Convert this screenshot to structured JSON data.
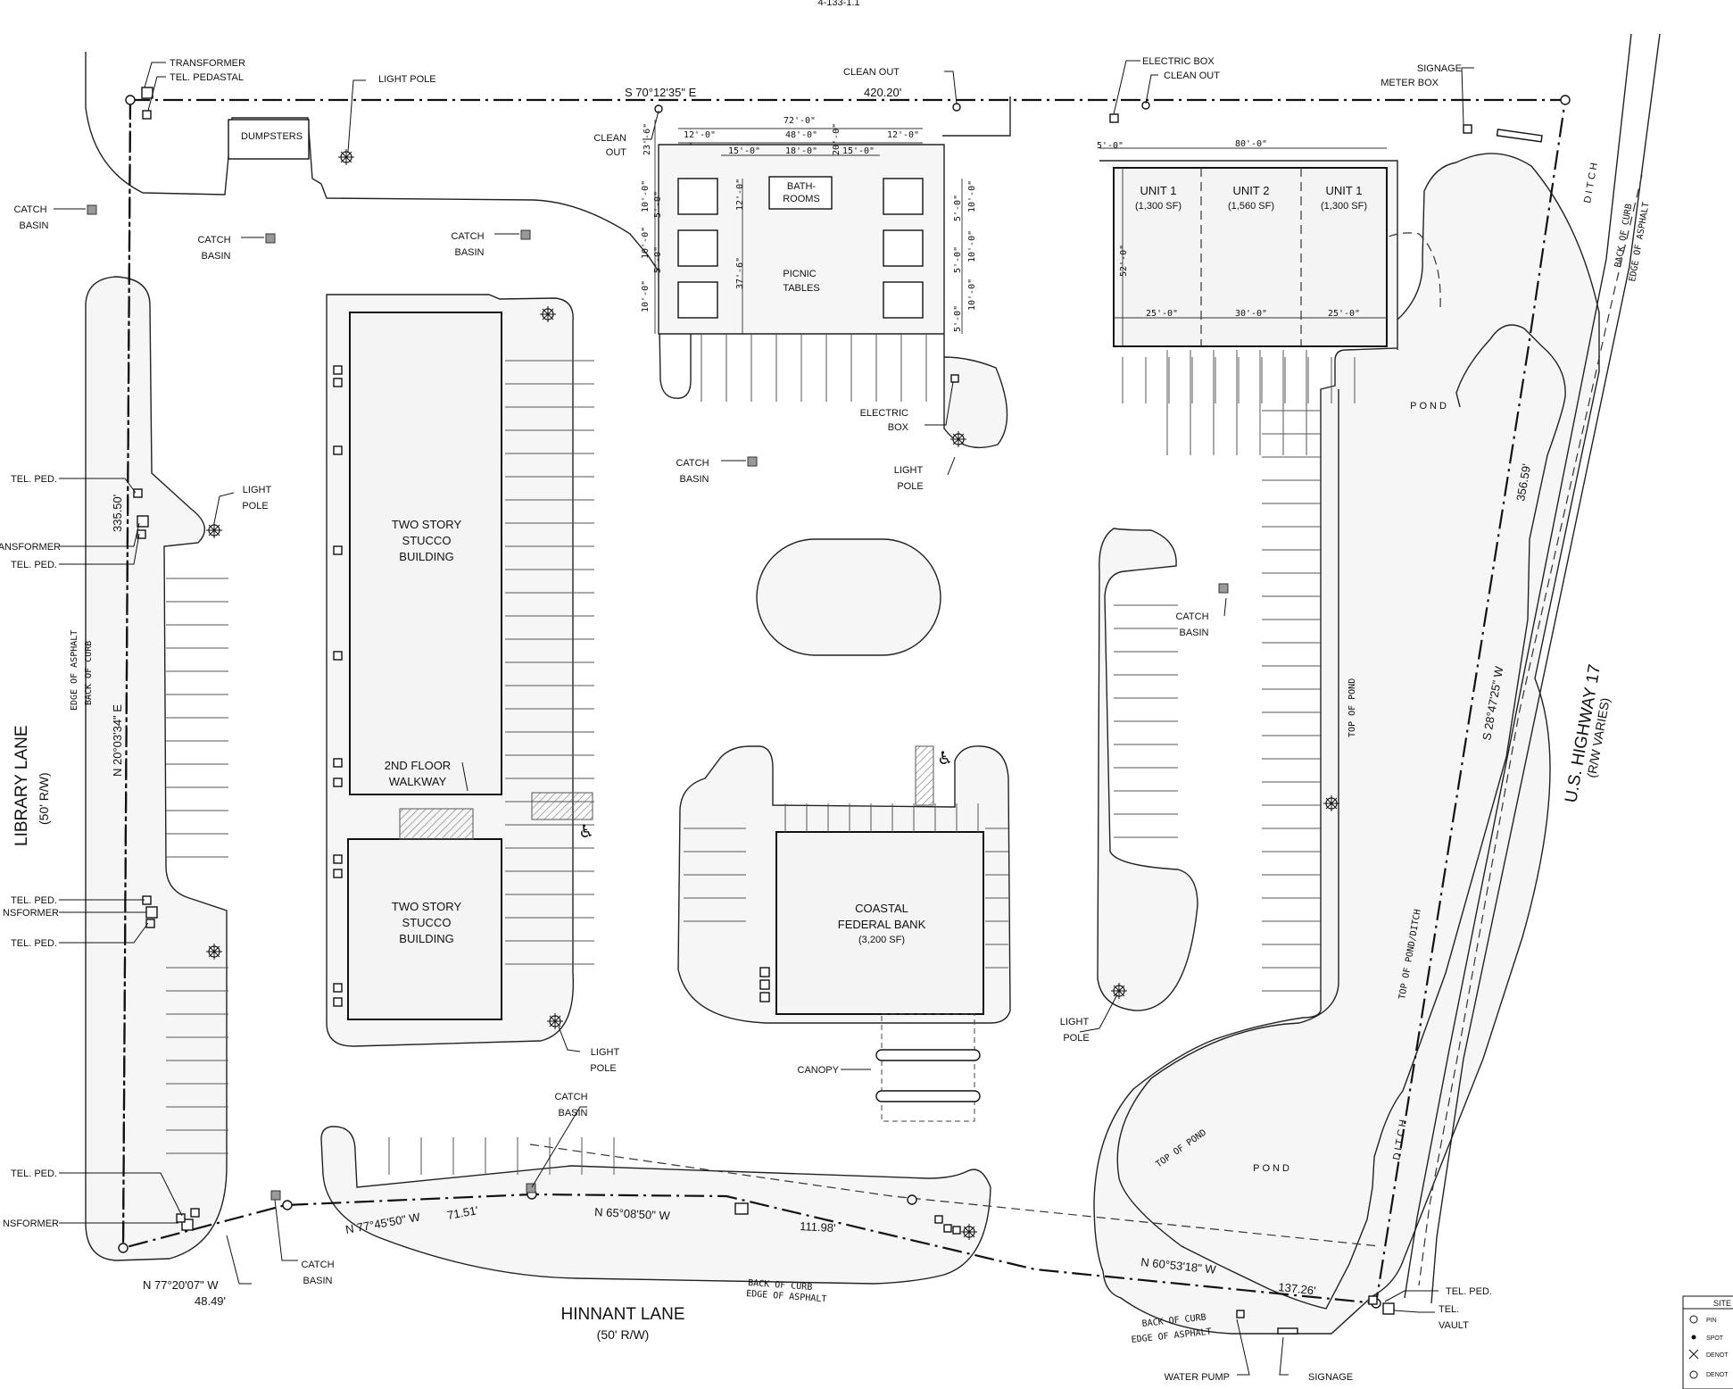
{
  "header_fragment": "4-133-1.1",
  "property_line": {
    "north": {
      "bearing": "S 70°12'35\" E",
      "distance": "420.20'"
    },
    "east": {
      "bearing_1": "356.59'",
      "bearing_2": "S 28°47'25\" W"
    },
    "west": {
      "bearing": "N 20°03'34\" E",
      "distance": "335.50'"
    },
    "south_segments": [
      {
        "bearing": "N 77°20'07\" W",
        "distance": "48.49'"
      },
      {
        "bearing": "N 77°45'50\" W",
        "distance": "71.51'"
      },
      {
        "bearing": "N 65°08'50\" W",
        "distance": "111.98'"
      },
      {
        "bearing": "N 60°53'18\" W",
        "distance": "137.26'"
      }
    ]
  },
  "streets": {
    "west": {
      "name": "LIBRARY LANE",
      "row": "(50' R/W)"
    },
    "south": {
      "name": "HINNANT LANE",
      "row": "(50' R/W)"
    },
    "east": {
      "name": "U.S. HIGHWAY 17",
      "row": "(R/W VARIES)"
    }
  },
  "edge_labels": {
    "edge_of_asphalt": "EDGE OF ASPHALT",
    "back_of_curb": "BACK OF CURB",
    "top_of_pond": "TOP OF POND",
    "top_of_pond_ditch": "TOP OF POND/DITCH",
    "ditch": "DITCH",
    "pond": "POND"
  },
  "buildings": {
    "stucco_1": {
      "line1": "TWO STORY",
      "line2": "STUCCO",
      "line3": "BUILDING"
    },
    "stucco_2": {
      "line1": "TWO STORY",
      "line2": "STUCCO",
      "line3": "BUILDING"
    },
    "walkway": {
      "line1": "2ND FLOOR",
      "line2": "WALKWAY"
    },
    "bank": {
      "line1": "COASTAL",
      "line2": "FEDERAL BANK",
      "line3": "(3,200 SF)"
    },
    "canopy": "CANOPY",
    "bathrooms": {
      "line1": "BATH-",
      "line2": "ROOMS"
    },
    "picnic": {
      "line1": "PICNIC",
      "line2": "TABLES"
    },
    "dumpsters": "DUMPSTERS",
    "units": [
      {
        "name": "UNIT 1",
        "area": "(1,300 SF)"
      },
      {
        "name": "UNIT 2",
        "area": "(1,560 SF)"
      },
      {
        "name": "UNIT 1",
        "area": "(1,300 SF)"
      }
    ]
  },
  "dimensions": {
    "d72": "72'-0\"",
    "d48": "48'-0\"",
    "d12a": "12'-0\"",
    "d12b": "12'-0\"",
    "d15a": "15'-0\"",
    "d18": "18'-0\"",
    "d15b": "15'-0\"",
    "d20": "20'-0\"",
    "d23": "23'-6\"",
    "d12c": "12'-0\"",
    "d37": "37'-6\"",
    "d10a": "10'-0\"",
    "d5a": "5'-0\"",
    "d10b": "10'-0\"",
    "d5b": "5'-0\"",
    "d10c": "10'-0\"",
    "d10d": "10'-0\"",
    "d5c": "5'-0\"",
    "d10e": "10'-0\"",
    "d5d": "5'-0\"",
    "d10f": "10'-0\"",
    "d5e": "5'-0\"",
    "d80": "80'-0\"",
    "d5f": "5'-0\"",
    "d52": "52'-0\"",
    "d25a": "25'-0\"",
    "d30": "30'-0\"",
    "d25b": "25'-0\""
  },
  "labels": {
    "transformer_top": "TRANSFORMER",
    "tel_pedastal": "TEL. PEDASTAL",
    "light_pole": "LIGHT POLE",
    "clean_out_top": "CLEAN OUT",
    "clean_out_left_1": "CLEAN",
    "clean_out_left_2": "OUT",
    "electric_box_top": "ELECTRIC BOX",
    "clean_out_right": "CLEAN OUT",
    "signage_top": "SIGNAGE",
    "meter_box": "METER BOX",
    "catch": "CATCH",
    "basin": "BASIN",
    "tel_ped": "TEL. PED.",
    "transformer_cut": "ANSFORMER",
    "transformer_cut2": "NSFORMER",
    "transformer_cut3": "NSFORMER",
    "light": "LIGHT",
    "pole": "POLE",
    "electric": "ELECTRIC",
    "box": "BOX",
    "tel": "TEL.",
    "vault": "VAULT",
    "water_pump": "WATER PUMP",
    "signage_bottom": "SIGNAGE"
  },
  "legend": {
    "title": "SITE",
    "rows": [
      "PIN",
      "SPOT",
      "DENOT",
      "DENOT"
    ]
  }
}
